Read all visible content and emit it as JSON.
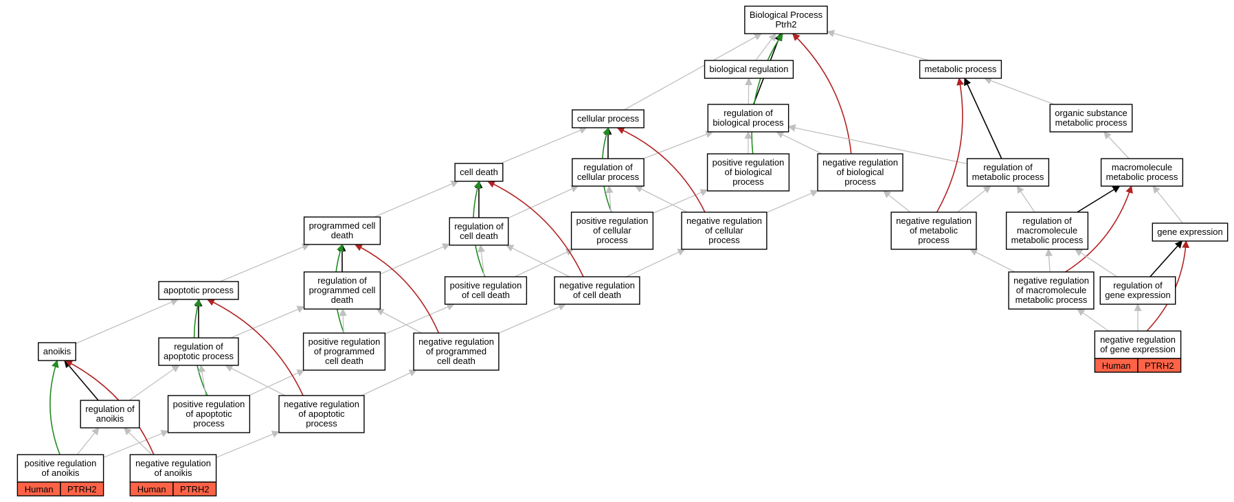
{
  "colors": {
    "grey_edge": "#c0c0c0",
    "black_edge": "#000000",
    "green_edge": "#228b22",
    "red_edge": "#b22222",
    "species_fill": "#ff6347"
  },
  "nodes": {
    "root": {
      "lines": [
        "Biological Process",
        "Ptrh2"
      ]
    },
    "bioreg": {
      "lines": [
        "biological regulation"
      ]
    },
    "metab": {
      "lines": [
        "metabolic process"
      ]
    },
    "cellproc": {
      "lines": [
        "cellular process"
      ]
    },
    "regbio": {
      "lines": [
        "regulation of",
        "biological process"
      ]
    },
    "orgsub": {
      "lines": [
        "organic substance",
        "metabolic process"
      ]
    },
    "celldeath": {
      "lines": [
        "cell death"
      ]
    },
    "regcell": {
      "lines": [
        "regulation of",
        "cellular process"
      ]
    },
    "posbio": {
      "lines": [
        "positive regulation",
        "of biological",
        "process"
      ]
    },
    "negbio": {
      "lines": [
        "negative regulation",
        "of biological",
        "process"
      ]
    },
    "regmet": {
      "lines": [
        "regulation of",
        "metabolic process"
      ]
    },
    "macro": {
      "lines": [
        "macromolecule",
        "metabolic process"
      ]
    },
    "pcd": {
      "lines": [
        "programmed cell",
        "death"
      ]
    },
    "regcd": {
      "lines": [
        "regulation of",
        "cell death"
      ]
    },
    "poscell": {
      "lines": [
        "positive regulation",
        "of cellular",
        "process"
      ]
    },
    "negcell": {
      "lines": [
        "negative regulation",
        "of cellular",
        "process"
      ]
    },
    "negmet": {
      "lines": [
        "negative regulation",
        "of metabolic",
        "process"
      ]
    },
    "regmacro": {
      "lines": [
        "regulation of",
        "macromolecule",
        "metabolic process"
      ]
    },
    "geneexp": {
      "lines": [
        "gene expression"
      ]
    },
    "apop": {
      "lines": [
        "apoptotic process"
      ]
    },
    "regpcd": {
      "lines": [
        "regulation of",
        "programmed cell",
        "death"
      ]
    },
    "poscd": {
      "lines": [
        "positive regulation",
        "of cell death"
      ]
    },
    "negcd": {
      "lines": [
        "negative regulation",
        "of cell death"
      ]
    },
    "negmacro": {
      "lines": [
        "negative regulation",
        "of macromolecule",
        "metabolic process"
      ]
    },
    "reggene": {
      "lines": [
        "regulation of",
        "gene expression"
      ]
    },
    "anoikis": {
      "lines": [
        "anoikis"
      ]
    },
    "regapop": {
      "lines": [
        "regulation of",
        "apoptotic process"
      ]
    },
    "pospcd": {
      "lines": [
        "positive regulation",
        "of programmed",
        "cell death"
      ]
    },
    "negpcd": {
      "lines": [
        "negative regulation",
        "of programmed",
        "cell death"
      ]
    },
    "neggene": {
      "lines": [
        "negative regulation",
        "of gene expression"
      ],
      "tag": [
        "Human",
        "PTRH2"
      ]
    },
    "reganoikis": {
      "lines": [
        "regulation of",
        "anoikis"
      ]
    },
    "posapop": {
      "lines": [
        "positive regulation",
        "of apoptotic",
        "process"
      ]
    },
    "negapop": {
      "lines": [
        "negative regulation",
        "of apoptotic",
        "process"
      ]
    },
    "posanoikis": {
      "lines": [
        "positive regulation",
        "of anoikis"
      ],
      "tag": [
        "Human",
        "PTRH2"
      ]
    },
    "neganoikis": {
      "lines": [
        "negative regulation",
        "of anoikis"
      ],
      "tag": [
        "Human",
        "PTRH2"
      ]
    }
  },
  "edges": [
    {
      "from": "bioreg",
      "to": "root",
      "type": "is_a"
    },
    {
      "from": "cellproc",
      "to": "root",
      "type": "is_a"
    },
    {
      "from": "metab",
      "to": "root",
      "type": "is_a"
    },
    {
      "from": "regbio",
      "to": "bioreg",
      "type": "is_a"
    },
    {
      "from": "regbio",
      "to": "root",
      "type": "regulates"
    },
    {
      "from": "posbio",
      "to": "regbio",
      "type": "is_a"
    },
    {
      "from": "posbio",
      "to": "root",
      "type": "positively_regulates"
    },
    {
      "from": "negbio",
      "to": "regbio",
      "type": "is_a"
    },
    {
      "from": "negbio",
      "to": "root",
      "type": "negatively_regulates"
    },
    {
      "from": "orgsub",
      "to": "metab",
      "type": "is_a"
    },
    {
      "from": "regmet",
      "to": "metab",
      "type": "regulates"
    },
    {
      "from": "regmet",
      "to": "regbio",
      "type": "is_a"
    },
    {
      "from": "macro",
      "to": "orgsub",
      "type": "is_a"
    },
    {
      "from": "celldeath",
      "to": "cellproc",
      "type": "is_a"
    },
    {
      "from": "regcell",
      "to": "cellproc",
      "type": "regulates"
    },
    {
      "from": "regcell",
      "to": "regbio",
      "type": "is_a"
    },
    {
      "from": "pcd",
      "to": "celldeath",
      "type": "is_a"
    },
    {
      "from": "regcd",
      "to": "celldeath",
      "type": "regulates"
    },
    {
      "from": "regcd",
      "to": "regcell",
      "type": "is_a"
    },
    {
      "from": "poscell",
      "to": "cellproc",
      "type": "positively_regulates"
    },
    {
      "from": "poscell",
      "to": "regcell",
      "type": "is_a"
    },
    {
      "from": "poscell",
      "to": "posbio",
      "type": "is_a"
    },
    {
      "from": "negcell",
      "to": "cellproc",
      "type": "negatively_regulates"
    },
    {
      "from": "negcell",
      "to": "regcell",
      "type": "is_a"
    },
    {
      "from": "negcell",
      "to": "negbio",
      "type": "is_a"
    },
    {
      "from": "negmet",
      "to": "metab",
      "type": "negatively_regulates"
    },
    {
      "from": "negmet",
      "to": "regmet",
      "type": "is_a"
    },
    {
      "from": "negmet",
      "to": "negbio",
      "type": "is_a"
    },
    {
      "from": "regmacro",
      "to": "macro",
      "type": "regulates"
    },
    {
      "from": "regmacro",
      "to": "regmet",
      "type": "is_a"
    },
    {
      "from": "geneexp",
      "to": "macro",
      "type": "is_a"
    },
    {
      "from": "apop",
      "to": "pcd",
      "type": "is_a"
    },
    {
      "from": "regpcd",
      "to": "pcd",
      "type": "regulates"
    },
    {
      "from": "regpcd",
      "to": "regcd",
      "type": "is_a"
    },
    {
      "from": "poscd",
      "to": "celldeath",
      "type": "positively_regulates"
    },
    {
      "from": "poscd",
      "to": "regcd",
      "type": "is_a"
    },
    {
      "from": "poscd",
      "to": "poscell",
      "type": "is_a"
    },
    {
      "from": "negcd",
      "to": "celldeath",
      "type": "negatively_regulates"
    },
    {
      "from": "negcd",
      "to": "regcd",
      "type": "is_a"
    },
    {
      "from": "negcd",
      "to": "negcell",
      "type": "is_a"
    },
    {
      "from": "negmacro",
      "to": "macro",
      "type": "negatively_regulates"
    },
    {
      "from": "negmacro",
      "to": "regmacro",
      "type": "is_a"
    },
    {
      "from": "negmacro",
      "to": "negmet",
      "type": "is_a"
    },
    {
      "from": "reggene",
      "to": "geneexp",
      "type": "regulates"
    },
    {
      "from": "reggene",
      "to": "regmacro",
      "type": "is_a"
    },
    {
      "from": "anoikis",
      "to": "apop",
      "type": "is_a"
    },
    {
      "from": "regapop",
      "to": "apop",
      "type": "regulates"
    },
    {
      "from": "regapop",
      "to": "regpcd",
      "type": "is_a"
    },
    {
      "from": "pospcd",
      "to": "pcd",
      "type": "positively_regulates"
    },
    {
      "from": "pospcd",
      "to": "regpcd",
      "type": "is_a"
    },
    {
      "from": "pospcd",
      "to": "poscd",
      "type": "is_a"
    },
    {
      "from": "negpcd",
      "to": "pcd",
      "type": "negatively_regulates"
    },
    {
      "from": "negpcd",
      "to": "regpcd",
      "type": "is_a"
    },
    {
      "from": "negpcd",
      "to": "negcd",
      "type": "is_a"
    },
    {
      "from": "neggene",
      "to": "geneexp",
      "type": "negatively_regulates"
    },
    {
      "from": "neggene",
      "to": "reggene",
      "type": "is_a"
    },
    {
      "from": "neggene",
      "to": "negmacro",
      "type": "is_a"
    },
    {
      "from": "reganoikis",
      "to": "anoikis",
      "type": "regulates"
    },
    {
      "from": "reganoikis",
      "to": "regapop",
      "type": "is_a"
    },
    {
      "from": "posapop",
      "to": "apop",
      "type": "positively_regulates"
    },
    {
      "from": "posapop",
      "to": "regapop",
      "type": "is_a"
    },
    {
      "from": "posapop",
      "to": "pospcd",
      "type": "is_a"
    },
    {
      "from": "negapop",
      "to": "apop",
      "type": "negatively_regulates"
    },
    {
      "from": "negapop",
      "to": "regapop",
      "type": "is_a"
    },
    {
      "from": "negapop",
      "to": "negpcd",
      "type": "is_a"
    },
    {
      "from": "posanoikis",
      "to": "anoikis",
      "type": "positively_regulates"
    },
    {
      "from": "posanoikis",
      "to": "reganoikis",
      "type": "is_a"
    },
    {
      "from": "posanoikis",
      "to": "posapop",
      "type": "is_a"
    },
    {
      "from": "neganoikis",
      "to": "anoikis",
      "type": "negatively_regulates"
    },
    {
      "from": "neganoikis",
      "to": "reganoikis",
      "type": "is_a"
    },
    {
      "from": "neganoikis",
      "to": "negapop",
      "type": "is_a"
    }
  ]
}
